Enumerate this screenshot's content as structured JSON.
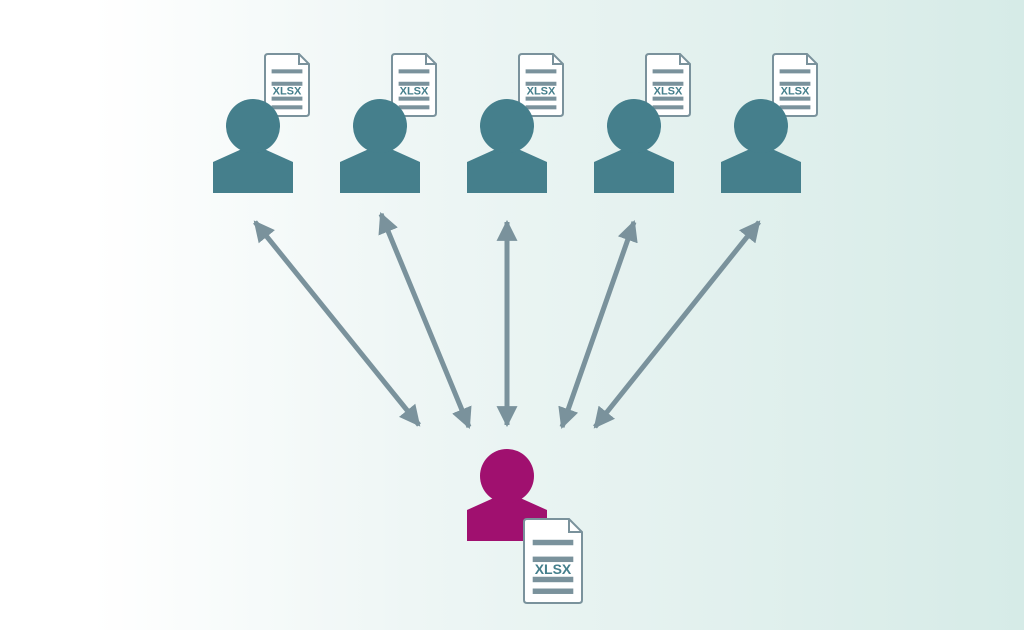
{
  "colors": {
    "background_start": "#ffffff",
    "background_end": "#d6ebe7",
    "peer_person": "#457f8c",
    "central_person": "#a0106f",
    "arrow": "#7a929c",
    "document_border": "#7a929c",
    "document_fill": "#ffffff",
    "document_lines": "#7a929c",
    "document_label": "#457f8c"
  },
  "peers": [
    {
      "name": "user-1",
      "file_label": "XLSX",
      "icon": "person-icon"
    },
    {
      "name": "user-2",
      "file_label": "XLSX",
      "icon": "person-icon"
    },
    {
      "name": "user-3",
      "file_label": "XLSX",
      "icon": "person-icon"
    },
    {
      "name": "user-4",
      "file_label": "XLSX",
      "icon": "person-icon"
    },
    {
      "name": "user-5",
      "file_label": "XLSX",
      "icon": "person-icon"
    }
  ],
  "central": {
    "file_label": "XLSX",
    "icon": "person-icon"
  },
  "connections": [
    "bidirectional",
    "bidirectional",
    "bidirectional",
    "bidirectional",
    "bidirectional"
  ]
}
